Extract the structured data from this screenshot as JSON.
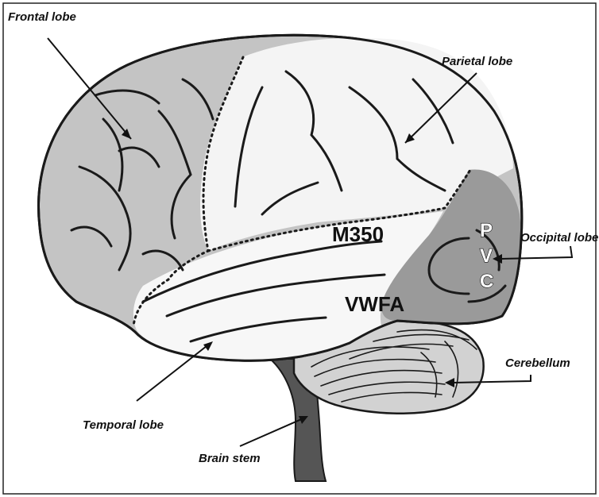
{
  "labels": {
    "frontal": "Frontal lobe",
    "parietal": "Parietal lobe",
    "occipital": "Occipital lobe",
    "temporal": "Temporal lobe",
    "cerebellum": "Cerebellum",
    "brainstem": "Brain stem",
    "m350": "M350",
    "vwfa": "VWFA",
    "pvc_p": "P",
    "pvc_v": "V",
    "pvc_c": "C"
  },
  "colors": {
    "frontal_fill": "#c4c4c4",
    "parietal_fill": "#f4f4f4",
    "temporal_fill": "#f7f7f7",
    "occipital_fill": "#9a9a9a",
    "cerebellum_fill": "#d2d2d2",
    "brainstem_fill": "#555555",
    "outline": "#1a1a1a"
  }
}
